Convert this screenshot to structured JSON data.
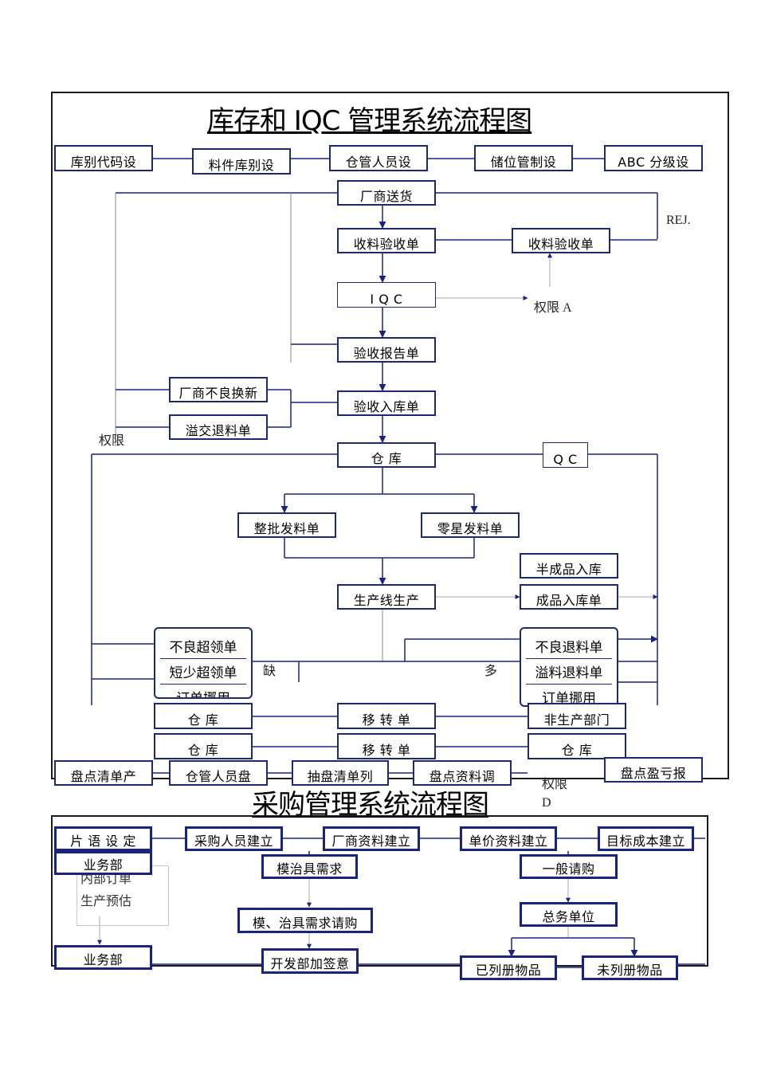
{
  "inventory": {
    "title": "库存和 IQC 管理系统流程图",
    "setup": [
      "库别代码设",
      "料件库别设",
      "仓管人员设",
      "储位管制设",
      "ABC 分级设"
    ],
    "vendor_delivery": "厂商送货",
    "receipt_left": "收料验收单",
    "receipt_right": "收料验收单",
    "rej_label": "REJ.",
    "iqc": "I Q C",
    "auth_a": "权限 A",
    "inspection_report": "验收报告单",
    "vendor_replace": "厂商不良换新",
    "overpay_return": "溢交退料单",
    "inspection_stock_in": "验收入库单",
    "auth_left": "权限",
    "warehouse": "仓 库",
    "qc": "Q C",
    "batch_issue": "整批发料单",
    "piece_issue": "零星发料单",
    "semi_stock_in": "半成品入库",
    "production": "生产线生产",
    "finished_stock_in": "成品入库单",
    "shortage_items": [
      "不良超领单",
      "短少超领单",
      "订单挪用"
    ],
    "shortage_label": "缺",
    "surplus_items": [
      "不良退料单",
      "溢料退料单",
      "订单挪用"
    ],
    "surplus_label": "多",
    "row1": [
      "仓 库",
      "移 转 单",
      "非生产部门"
    ],
    "row2": [
      "仓 库",
      "移 转 单",
      "仓 库"
    ],
    "bottom": [
      "盘点清单产",
      "仓管人员盘",
      "抽盘清单列",
      "盘点资料调",
      "盘点盈亏报"
    ],
    "auth_d": [
      "权限",
      "D"
    ]
  },
  "purchasing": {
    "title": "采购管理系统流程图",
    "setup": [
      "片 语 设 定",
      "采购人员建立",
      "厂商资料建立",
      "单价资料建立",
      "目标成本建立"
    ],
    "business_dept_top": "业务部",
    "notes": [
      "内部订单",
      "生产预估"
    ],
    "business_dept_bottom": "业务部",
    "mold_demand": "模治具需求",
    "mold_request": "模、治具需求请购",
    "rd_countersign": "开发部加签意",
    "general_request": "一般请购",
    "general_affairs": "总务单位",
    "listed_items": "已列册物品",
    "unlisted_items": "未列册物品"
  },
  "colors": {
    "box_border": "#1f2a6e",
    "line": "#1a237e",
    "frame": "#1a1a1a"
  }
}
